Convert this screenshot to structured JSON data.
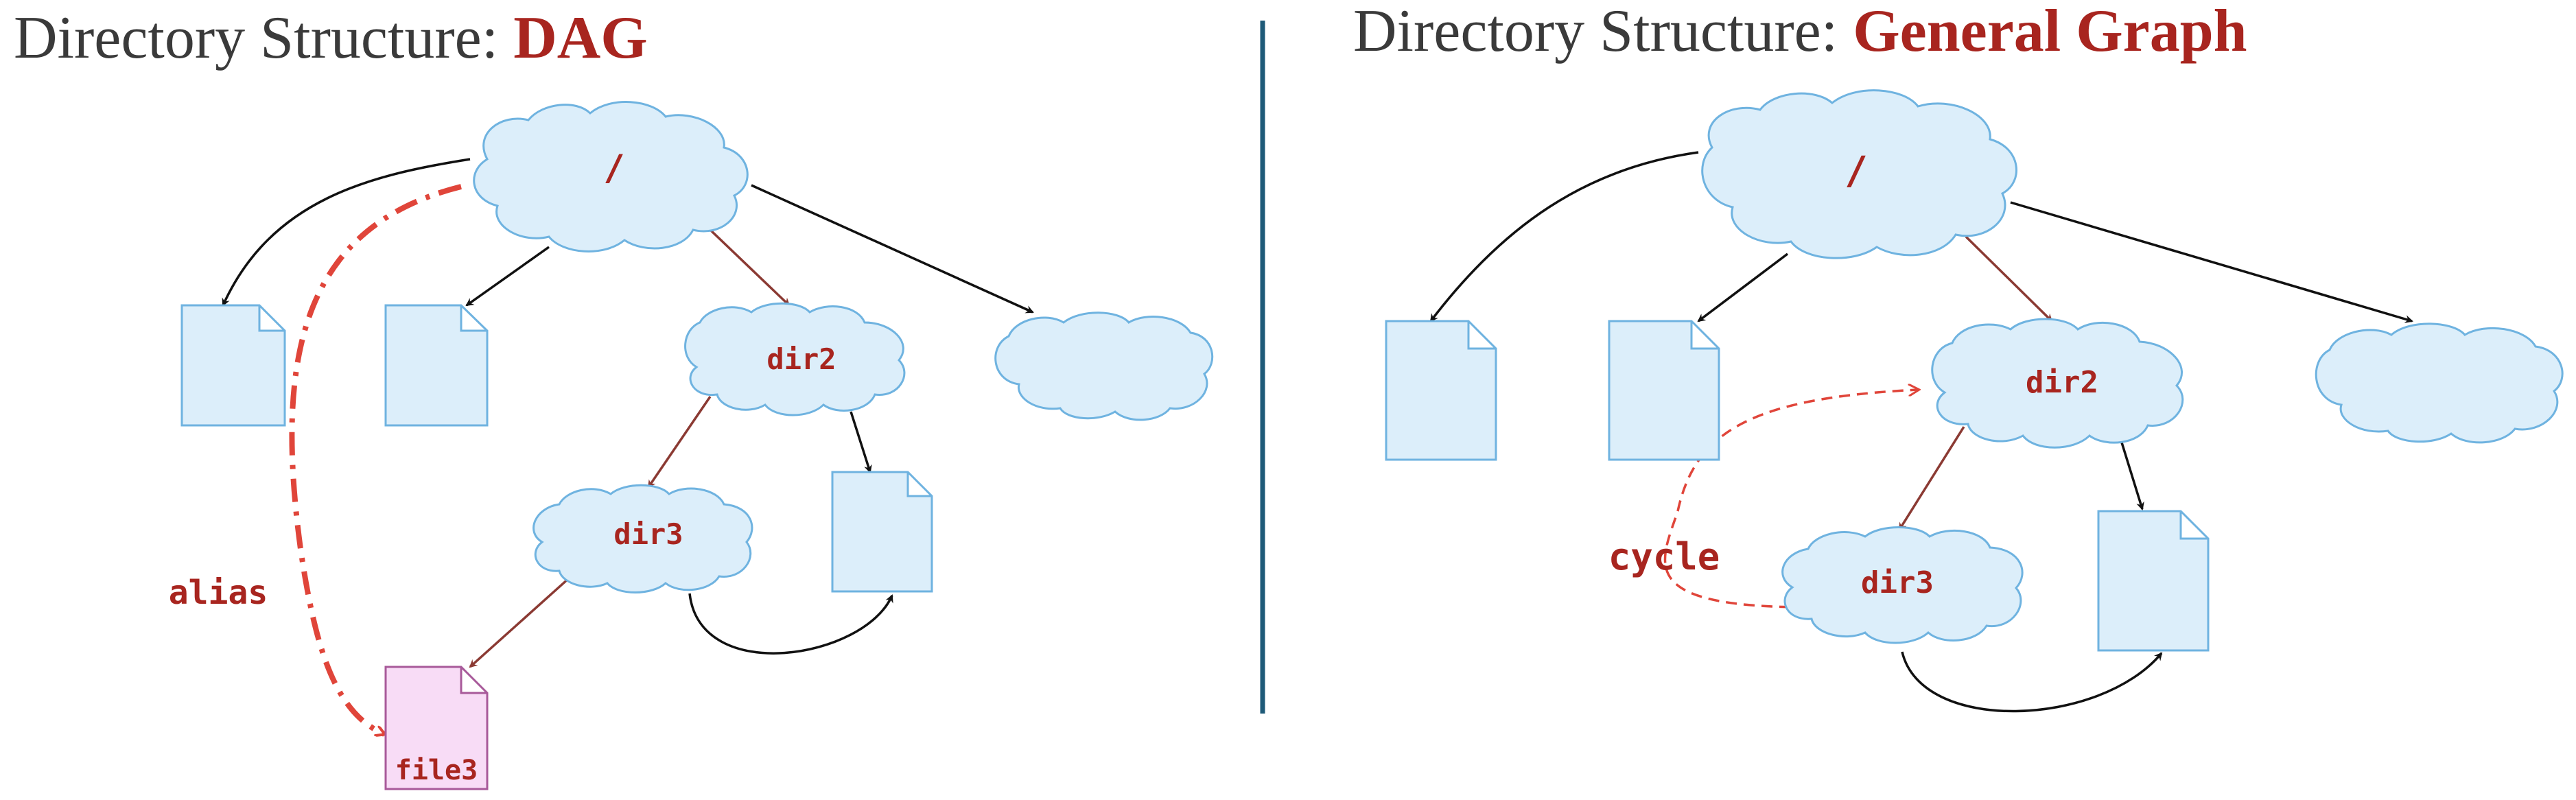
{
  "left_panel": {
    "title_prefix": "Directory Structure: ",
    "title_highlight": "DAG",
    "root_label": "/",
    "dir2_label": "dir2",
    "dir3_label": "dir3",
    "file3_label": "file3",
    "alias_label": "alias"
  },
  "right_panel": {
    "title_prefix": "Directory Structure: ",
    "title_highlight": "General Graph",
    "root_label": "/",
    "dir2_label": "dir2",
    "dir3_label": "dir3",
    "cycle_label": "cycle"
  },
  "colors": {
    "cloud_fill": "#dceefa",
    "cloud_stroke": "#6fb3e0",
    "file_fill": "#dceefa",
    "file_stroke": "#6fb3e0",
    "file3_fill": "#f8dcf6",
    "file3_stroke": "#a85a9a",
    "accent": "#a8251f",
    "brown_arrow": "#8b3a33",
    "black_arrow": "#111111",
    "dashed_red": "#e0453a",
    "divider": "#1e5a78"
  }
}
